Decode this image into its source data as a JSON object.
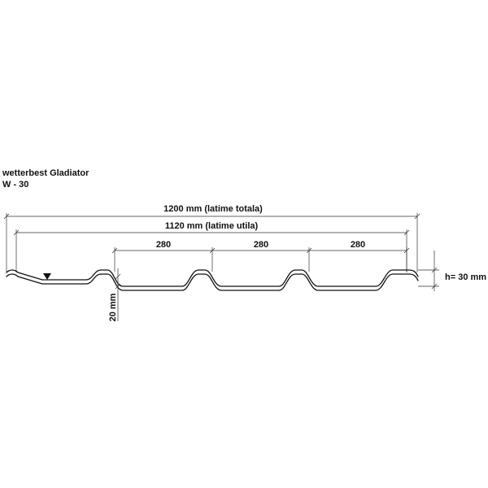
{
  "title": {
    "line1": "wetterbest  Gladiator",
    "line2": "W - 30"
  },
  "dimensions": {
    "total_width": "1200 mm (latime totala)",
    "useful_width": "1120 mm (latime utila)",
    "pitch_1": "280",
    "pitch_2": "280",
    "pitch_3": "280",
    "height": "h= 30 mm",
    "step_depth": "20 mm"
  },
  "colors": {
    "line": "#111111",
    "dimension_line": "#333333"
  }
}
